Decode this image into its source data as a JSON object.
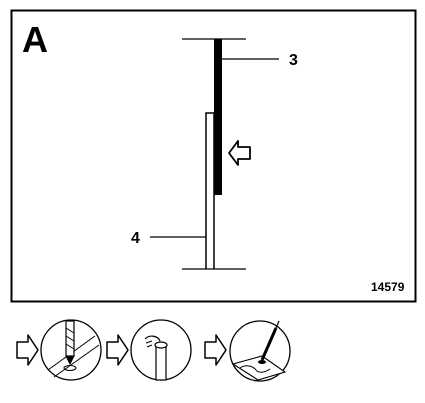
{
  "figure": {
    "panel_letter": "A",
    "callouts": [
      {
        "number": "3",
        "part": "dark-strip"
      },
      {
        "number": "4",
        "part": "light-panel"
      }
    ],
    "reference_code": "14579",
    "colors": {
      "line": "#000000",
      "background": "#ffffff"
    }
  },
  "procedure_icons": [
    {
      "name": "drilling-icon"
    },
    {
      "name": "riveting-icon"
    },
    {
      "name": "sealing-icon"
    }
  ]
}
